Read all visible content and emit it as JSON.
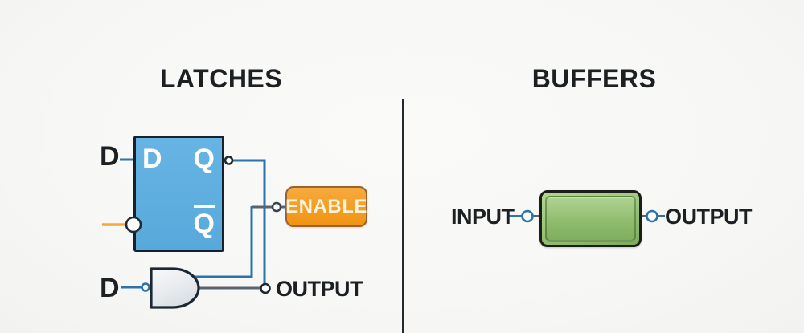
{
  "left_panel": {
    "title": "LATCHES",
    "latch_pins": {
      "d": "D",
      "q": "Q",
      "q_bar": "Q"
    },
    "d_input_label": "D",
    "enable_label": "ENABLE",
    "gate_d_input_label": "D",
    "output_label": "OUTPUT"
  },
  "right_panel": {
    "title": "BUFFERS",
    "input_label": "INPUT",
    "output_label": "OUTPUT"
  },
  "colors": {
    "background": "#f7f7f5",
    "divider": "#24292e",
    "text": "#1d2023",
    "wire_blue": "#2c72ab",
    "wire_gray": "#5a646e",
    "wire_orange": "#f2a83a",
    "latch_fill": "#60aede",
    "latch_border": "#15222d",
    "enable_fill": "#f49b1f",
    "enable_border": "#9a6230",
    "enable_text": "#fdf3da",
    "buffer_fill": "#8fbb6d",
    "buffer_border": "#1b1e16",
    "gate_fill": "#eef0f3"
  }
}
